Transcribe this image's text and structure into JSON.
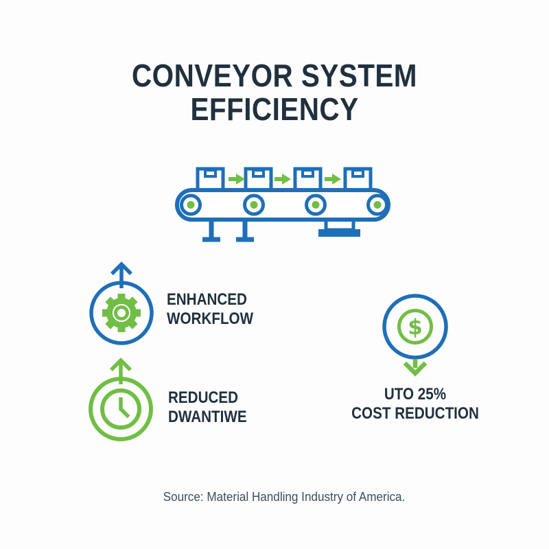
{
  "title": {
    "line1": "CONVEYOR SYSTEM",
    "line2": "EFFICIENCY"
  },
  "illustration": {
    "name": "conveyor belt with moving boxes",
    "box_count": 4,
    "roller_count": 4,
    "arrow_count": 3
  },
  "features": [
    {
      "icon": "gear-up-arrow-icon",
      "line1": "ENHANCED",
      "line2": "WORKFLOW"
    },
    {
      "icon": "clock-up-arrow-icon",
      "line1": "REDUCED",
      "line2": "DWANTIWE"
    },
    {
      "icon": "dollar-down-arrow-icon",
      "line1": "UTO 25%",
      "line2": "COST REDUCTION",
      "dollar_sign": "$"
    }
  ],
  "source": "Source: Material Handling Industry of America.",
  "colors": {
    "blue": "#1e6fb7",
    "green": "#70bf44",
    "navy": "#20303e",
    "source-text": "#3e4d5a",
    "background": "#fdfdfd"
  }
}
